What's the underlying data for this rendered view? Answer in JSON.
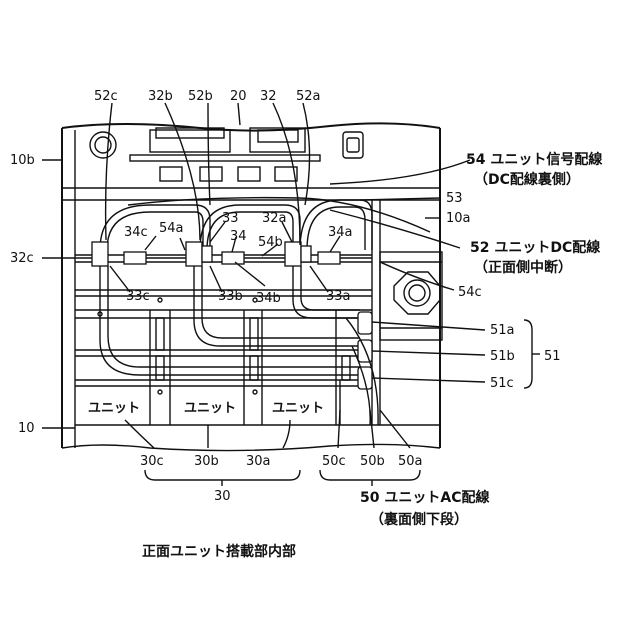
{
  "labels": {
    "l52c": "52c",
    "l32b": "32b",
    "l52b": "52b",
    "l20": "20",
    "l32": "32",
    "l52a": "52a",
    "l10b": "10b",
    "l32c": "32c",
    "l34c": "34c",
    "l54a": "54a",
    "l33": "33",
    "l34": "34",
    "l54b": "54b",
    "l32a": "32a",
    "l34a": "34a",
    "l33c": "33c",
    "l33b": "33b",
    "l34b": "34b",
    "l33a": "33a",
    "l53": "53",
    "l10a": "10a",
    "l54c": "54c",
    "l51a": "51a",
    "l51b": "51b",
    "l51c": "51c",
    "l51": "51",
    "l10": "10",
    "l30c": "30c",
    "l30b": "30b",
    "l30a": "30a",
    "l30": "30",
    "l50c": "50c",
    "l50b": "50b",
    "l50a": "50a"
  },
  "legends": {
    "sig_line1": "54 ユニット信号配線",
    "sig_line2": "（DC配線裏側）",
    "dc_line1": "52 ユニットDC配線",
    "dc_line2": "（正面側中断）",
    "ac_line1": "50 ユニットAC配線",
    "ac_line2": "（裏面側下段）"
  },
  "units": {
    "u1": "ユニット",
    "u2": "ユニット",
    "u3": "ユニット"
  },
  "caption": "正面ユニット搭載部内部"
}
